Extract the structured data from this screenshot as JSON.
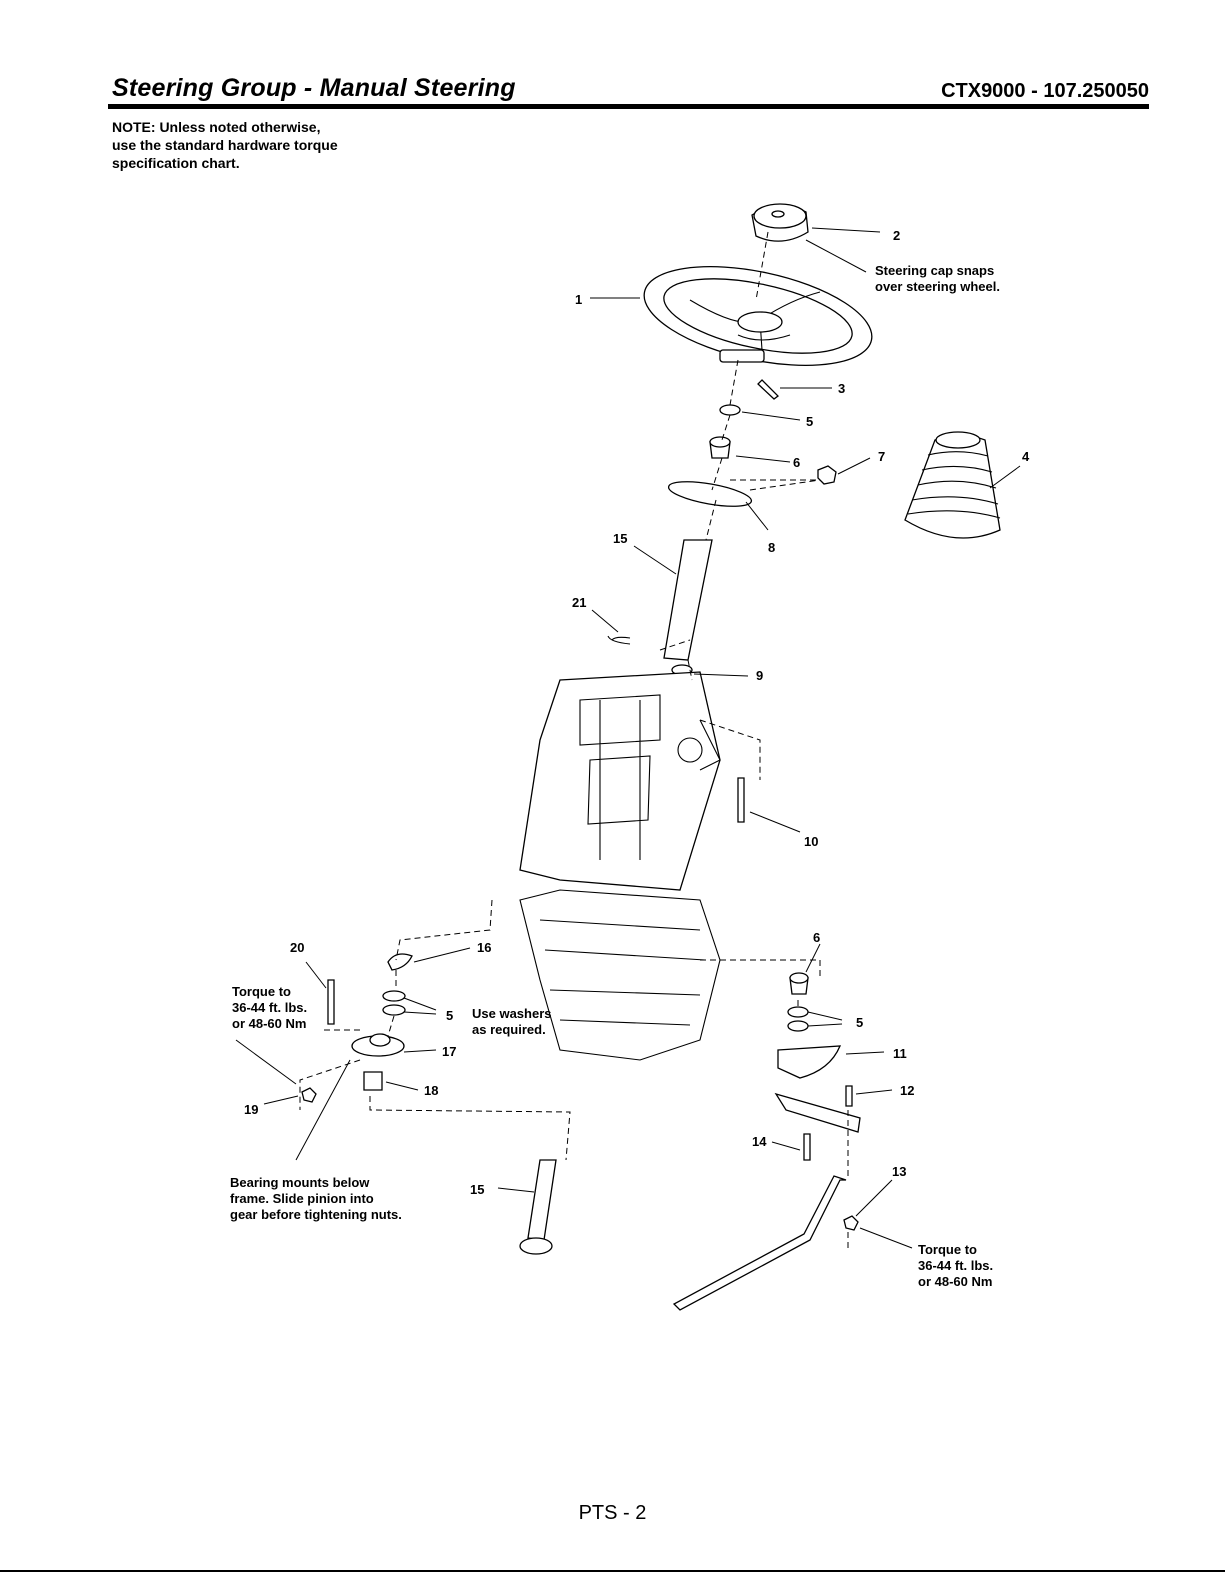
{
  "header": {
    "title": "Steering Group - Manual Steering",
    "model": "CTX9000 - 107.250050"
  },
  "note": {
    "line1": "NOTE: Unless noted otherwise,",
    "line2": "use the standard hardware torque",
    "line3": "specification chart."
  },
  "parts": {
    "p1": "1",
    "p2": "2",
    "p3": "3",
    "p4": "4",
    "p5a": "5",
    "p5b": "5",
    "p5c": "5",
    "p6a": "6",
    "p6b": "6",
    "p7": "7",
    "p8": "8",
    "p9": "9",
    "p10": "10",
    "p11": "11",
    "p12": "12",
    "p13": "13",
    "p14": "14",
    "p15a": "15",
    "p15b": "15",
    "p16": "16",
    "p17": "17",
    "p18": "18",
    "p19": "19",
    "p20": "20",
    "p21": "21"
  },
  "callouts": {
    "cap_line1": "Steering cap snaps",
    "cap_line2": "over steering wheel.",
    "torque_left_line1": "Torque to",
    "torque_left_line2": "36-44 ft. lbs.",
    "torque_left_line3": "or 48-60 Nm",
    "washers_line1": "Use washers",
    "washers_line2": "as required.",
    "bearing_line1": "Bearing mounts below",
    "bearing_line2": "frame.  Slide pinion into",
    "bearing_line3": "gear before tightening nuts.",
    "torque_right_line1": "Torque to",
    "torque_right_line2": "36-44 ft. lbs.",
    "torque_right_line3": "or 48-60 Nm"
  },
  "footer": {
    "page": "PTS - 2"
  }
}
